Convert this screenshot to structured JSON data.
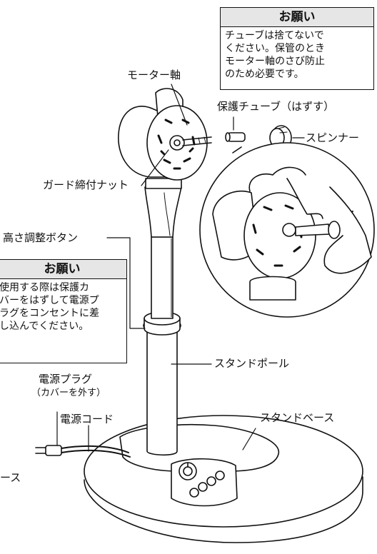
{
  "notices": [
    {
      "title": "お願い",
      "lines": [
        "チューブは捨てないで",
        "ください。保管のとき",
        "モーター軸のさび防止",
        "のため必要です。"
      ]
    },
    {
      "title": "お願い",
      "lines": [
        "使用する際は保護カ",
        "バーをはずして電源プ",
        "ラグをコンセントに差",
        "し込んでください。"
      ]
    }
  ],
  "labels": {
    "motor_shaft": "モーター軸",
    "protective_tube": "保護チューブ（はずす）",
    "spinner": "スピンナー",
    "guard_nut": "ガード締付ナット",
    "height_button": "高さ調整ボタン",
    "stand_pole": "スタンドポール",
    "power_plug": "電源プラグ",
    "plug_cover": "（カバーを外す）",
    "power_cord": "電源コード",
    "stand_base": "スタンドベース",
    "cut_label": "ース"
  }
}
